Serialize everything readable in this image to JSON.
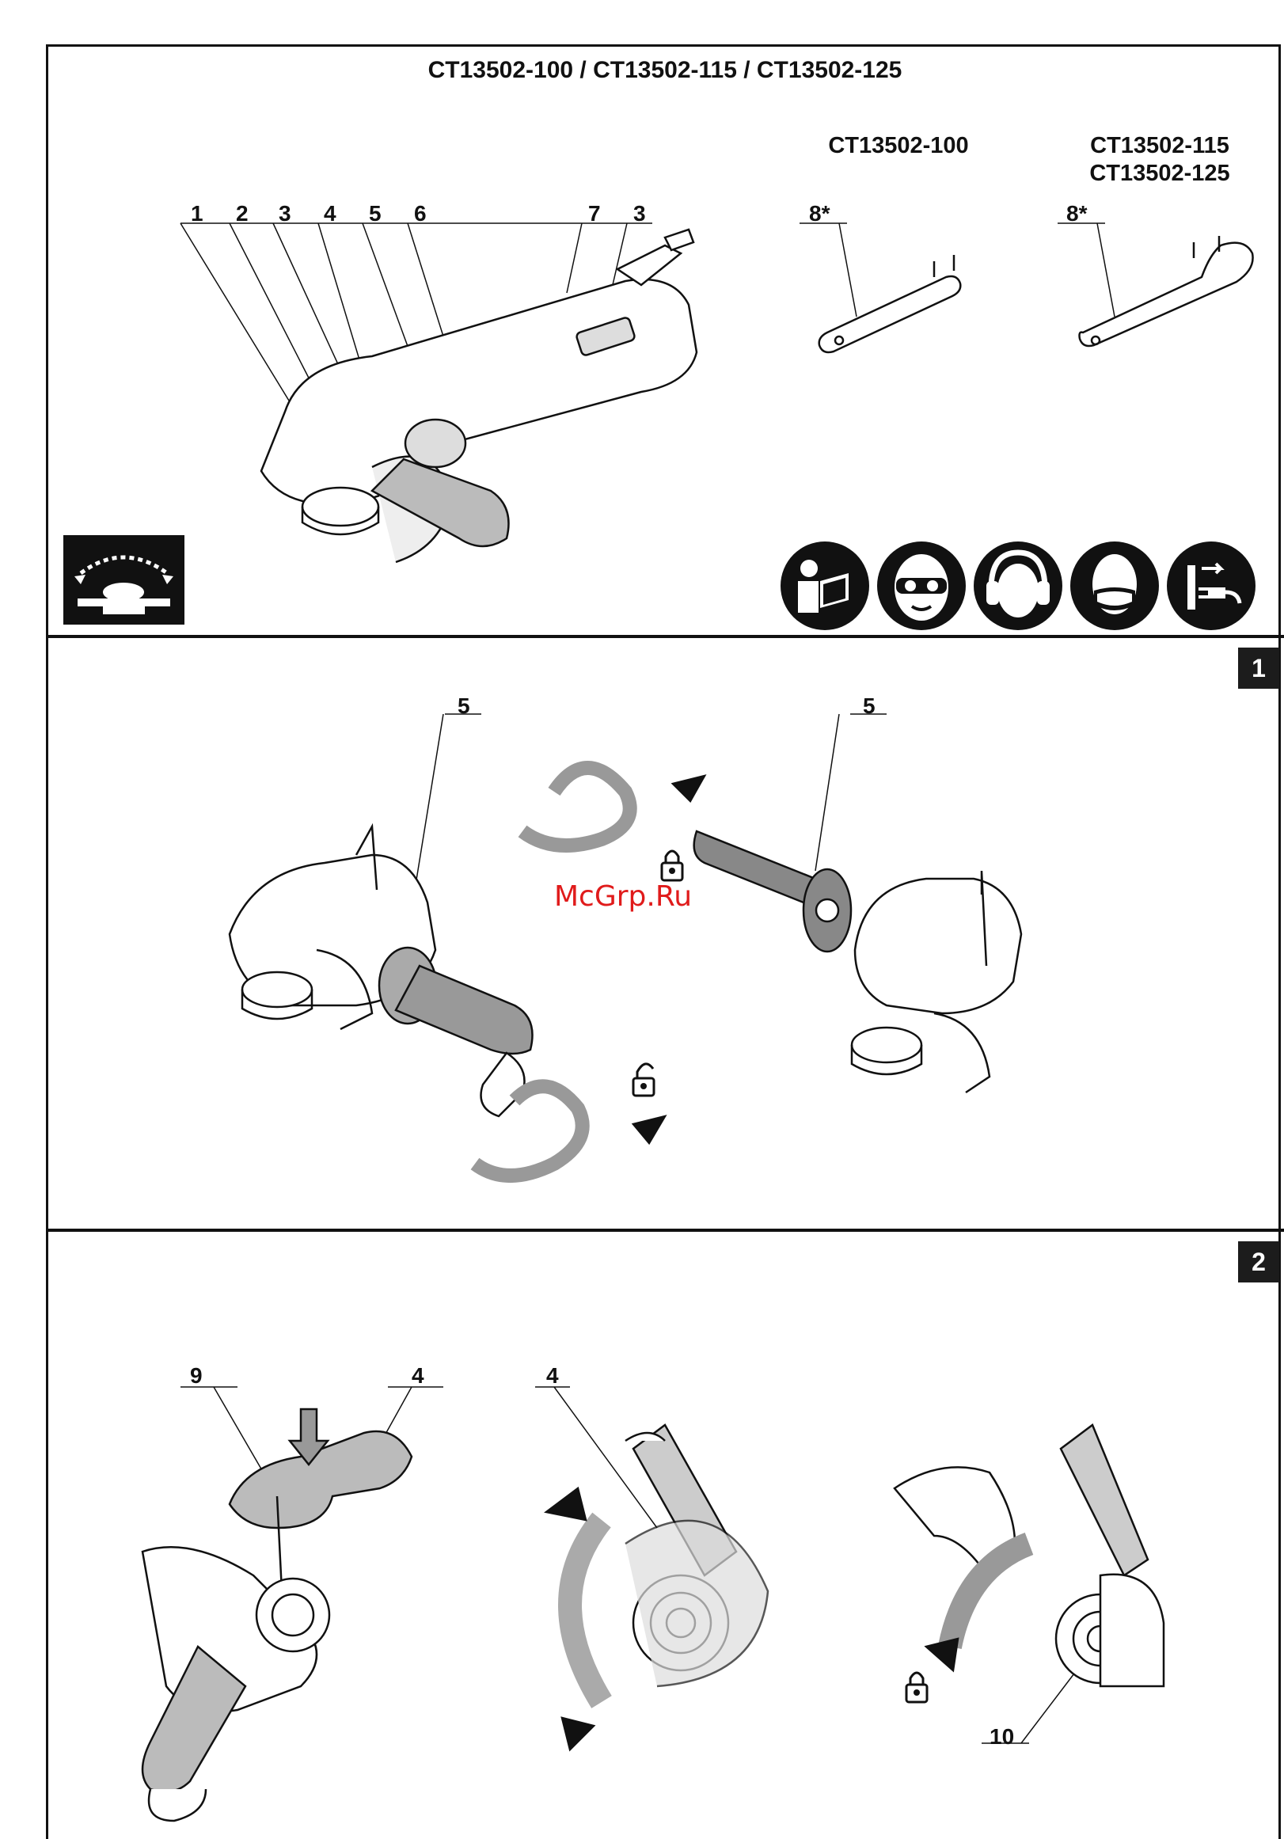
{
  "header": {
    "title": "CT13502-100 / CT13502-115 / CT13502-125"
  },
  "models": {
    "left": "CT13502-100",
    "right_line1": "CT13502-115",
    "right_line2": "CT13502-125"
  },
  "callouts_overview": [
    "1",
    "2",
    "3",
    "4",
    "5",
    "6",
    "7",
    "3"
  ],
  "wrench_labels": {
    "left": "8*",
    "right": "8*"
  },
  "section1": {
    "badge": "1",
    "label_left": "5",
    "label_right": "5"
  },
  "section2": {
    "badge": "2",
    "label_9": "9",
    "label_4a": "4",
    "label_4b": "4",
    "label_10": "10"
  },
  "watermark": "McGrp.Ru",
  "icons": [
    "speed-control-icon",
    "read-manual-icon",
    "eye-protection-icon",
    "ear-protection-icon",
    "dust-mask-icon",
    "unplug-icon",
    "lock-icon",
    "unlock-icon"
  ]
}
